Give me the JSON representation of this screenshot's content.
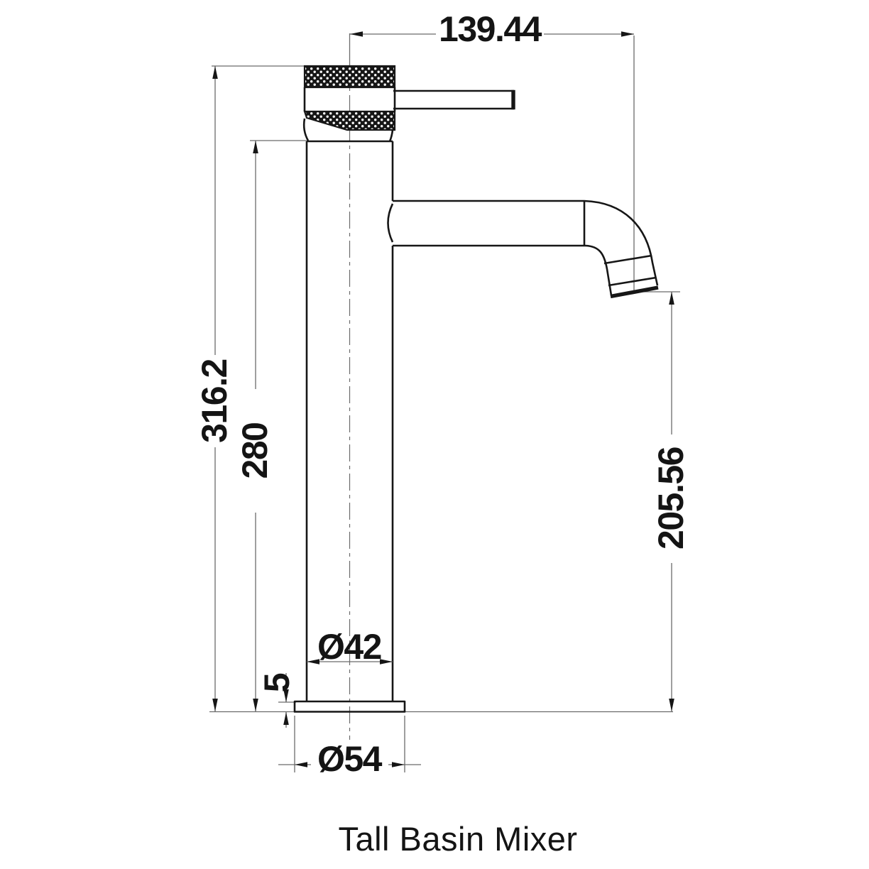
{
  "drawing": {
    "caption": "Tall Basin Mixer",
    "dimensions": {
      "spout_reach": "139.44",
      "overall_height": "316.2",
      "column_height": "280",
      "outlet_height": "205.56",
      "body_diameter": "Ø42",
      "base_height": "5",
      "base_diameter": "Ø54"
    }
  },
  "colors": {
    "object_line": "#161616",
    "dimension_line": "#6b6b6b",
    "text": "#141414",
    "background": "#ffffff"
  }
}
